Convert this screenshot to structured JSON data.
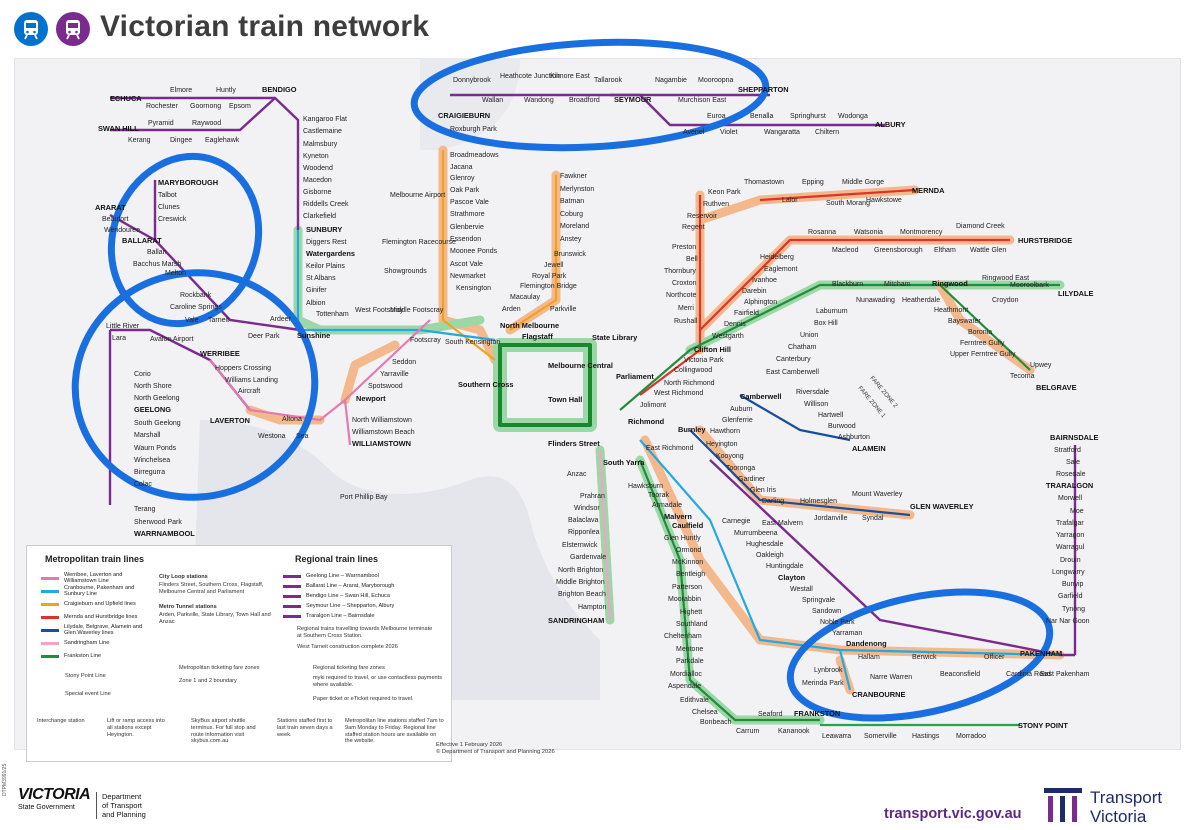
{
  "header": {
    "title": "Victorian train network",
    "icons": [
      "metro-train-icon",
      "regional-train-icon"
    ],
    "colors": {
      "metro": "#0072ce",
      "regional": "#7b2a8e",
      "title": "#3d3d3d"
    }
  },
  "colors": {
    "craigieburn": "#f3a21d",
    "mernda": "#e9672a",
    "lilydale": "#1f8e3c",
    "frankston": "#1f8e3c",
    "glenwaverley": "#2a6ab7",
    "regional": "#7b2a8e",
    "cityloop": "#18882f",
    "highlight_orange": "#f4b07a",
    "highlight_green": "#8fd39a",
    "annotation_circle": "#1a6fe0",
    "stony_point": "#23a54c"
  },
  "labels": {
    "donnybrook": "Donnybrook",
    "heathcote_junction": "Heathcote Junction",
    "kilmore_east": "Kilmore East",
    "tallarook": "Tallarook",
    "nagambie": "Nagambie",
    "mooroopna": "Mooroopna",
    "shepparton": "SHEPPARTON",
    "wallan": "Wallan",
    "wandong": "Wandong",
    "broadford": "Broadford",
    "seymour": "SEYMOUR",
    "murchison_east": "Murchison East",
    "euroa": "Euroa",
    "benalla": "Benalla",
    "springhurst": "Springhurst",
    "wodonga": "Wodonga",
    "albury": "ALBURY",
    "avenel": "Avenel",
    "violet_town": "Violet",
    "wangaratta": "Wangaratta",
    "chiltern": "Chiltern",
    "craigieburn": "CRAIGIEBURN",
    "roxburgh_park": "Roxburgh Park",
    "broadmeadows": "Broadmeadows",
    "jacana": "Jacana",
    "glenroy": "Glenroy",
    "oak_park": "Oak Park",
    "pascoe_vale": "Pascoe Vale",
    "strathmore": "Strathmore",
    "glenbervie": "Glenbervie",
    "essendon": "Essendon",
    "moonee_ponds": "Moonee Ponds",
    "ascot_vale": "Ascot Vale",
    "newmarket": "Newmarket",
    "kensington": "Kensington",
    "fawkner": "Fawkner",
    "merlynston": "Merlynston",
    "batman": "Batman",
    "coburg": "Coburg",
    "moreland": "Moreland",
    "anstey": "Anstey",
    "brunswick": "Brunswick",
    "jewell": "Jewell",
    "royal_park": "Royal Park",
    "flemington_bridge": "Flemington Bridge",
    "macaulay": "Macaulay",
    "echuca": "ECHUCA",
    "elmore": "Elmore",
    "huntly": "Huntly",
    "bendigo": "BENDIGO",
    "rochester": "Rochester",
    "goornong": "Goornong",
    "epsom": "Epsom",
    "swan_hill": "SWAN HILL",
    "pyramid": "Pyramid",
    "raywood": "Raywood",
    "kerang": "Kerang",
    "dingee": "Dingee",
    "eaglehawk": "Eaglehawk",
    "kangaroo_flat": "Kangaroo Flat",
    "castlemaine": "Castlemaine",
    "malmsbury": "Malmsbury",
    "kyneton": "Kyneton",
    "woodend": "Woodend",
    "macedon": "Macedon",
    "gisborne": "Gisborne",
    "riddells_creek": "Riddells Creek",
    "clarkefield": "Clarkefield",
    "sunbury": "SUNBURY",
    "diggers_rest": "Diggers Rest",
    "watergardens": "Watergardens",
    "keilor_plains": "Keilor Plains",
    "st_albans": "St Albans",
    "ginifer": "Ginifer",
    "albion": "Albion",
    "maryborough": "MARYBOROUGH",
    "talbot": "Talbot",
    "clunes": "Clunes",
    "creswick": "Creswick",
    "ararat": "ARARAT",
    "beaufort": "Beaufort",
    "wendouree": "Wendouree",
    "ballarat": "BALLARAT",
    "ballan": "Ballan",
    "bacchus_marsh": "Bacchus Marsh",
    "melton": "Melton",
    "rockbank": "Rockbank",
    "caroline_springs": "Caroline Springs",
    "cobblebank": "Vale",
    "tarneit": "Tarneit",
    "ardeer": "Ardeer",
    "deer_park": "Deer Park",
    "sunshine": "Sunshine",
    "little_river": "Little River",
    "lara": "Lara",
    "avalon_airport": "Avalon Airport",
    "werribee": "WERRIBEE",
    "hoppers_crossing": "Hoppers Crossing",
    "williams_landing": "Williams Landing",
    "aircraft": "Aircraft",
    "laverton": "LAVERTON",
    "altona": "Altona",
    "westona": "Westona",
    "seaholme": "Sea",
    "corio": "Corio",
    "north_shore": "North Shore",
    "north_geelong": "North Geelong",
    "geelong": "GEELONG",
    "south_geelong": "South Geelong",
    "marshall": "Marshall",
    "waurn_ponds": "Waurn Ponds",
    "winchelsea": "Winchelsea",
    "birregurra": "Birregurra",
    "colac": "Colac",
    "terang": "Terang",
    "sherwood_park": "Sherwood Park",
    "warrnambool": "WARRNAMBOOL",
    "melbourne_airport": "Melbourne Airport",
    "flemington_racecourse": "Flemington Racecourse",
    "showgrounds": "Showgrounds",
    "tottenham": "Tottenham",
    "west_footscray": "West Footscray",
    "middle_footscray": "Middle Footscray",
    "footscray": "Footscray",
    "south_kensington": "South Kensington",
    "seddon": "Seddon",
    "yarraville": "Yarraville",
    "spotswood": "Spotswood",
    "newport": "Newport",
    "north_williamstown": "North Williamstown",
    "williamstown_beach": "Williamstown Beach",
    "williamstown": "WILLIAMSTOWN",
    "arden": "Arden",
    "parkville": "Parkville",
    "north_melbourne": "North Melbourne",
    "flagstaff": "Flagstaff",
    "state_library": "State Library",
    "melbourne_central": "Melbourne Central",
    "southern_cross": "Southern Cross",
    "parliament": "Parliament",
    "town_hall": "Town Hall",
    "flinders_street": "Flinders Street",
    "anzac": "Anzac",
    "south_yarra": "South Yarra",
    "richmond": "Richmond",
    "east_richmond": "East Richmond",
    "burnley": "Burnley",
    "jolimont": "Jolimont",
    "west_richmond": "West Richmond",
    "north_richmond": "North Richmond",
    "collingwood": "Collingwood",
    "victoria_park": "Victoria Park",
    "clifton_hill": "Clifton Hill",
    "thomastown": "Thomastown",
    "epping": "Epping",
    "middle_gorge": "Middle Gorge",
    "mernda": "MERNDA",
    "keon_park": "Keon Park",
    "ruthven": "Ruthven",
    "lalor": "Lalor",
    "south_morang": "South Morang",
    "hawkstowe": "Hawkstowe",
    "reservoir": "Reservoir",
    "regent": "Regent",
    "preston": "Preston",
    "bell": "Bell",
    "thornbury": "Thornbury",
    "croxton": "Croxton",
    "northcote": "Northcote",
    "merri": "Merri",
    "rushall": "Rushall",
    "diamond_creek": "Diamond Creek",
    "hurstbridge": "HURSTBRIDGE",
    "rosanna": "Rosanna",
    "watsonia": "Watsonia",
    "montmorency": "Montmorency",
    "macleod": "Macleod",
    "greensborough": "Greensborough",
    "eltham": "Eltham",
    "wattle_glen": "Wattle Glen",
    "heidelberg": "Heidelberg",
    "eaglemont": "Eaglemont",
    "ivanhoe": "Ivanhoe",
    "darebin": "Darebin",
    "alphington": "Alphington",
    "fairfield": "Fairfield",
    "dennis": "Dennis",
    "westgarth": "Westgarth",
    "blackburn": "Blackburn",
    "mitcham": "Mitcham",
    "ringwood": "Ringwood",
    "ringwood_east": "Ringwood East",
    "mooroolbark": "Mooroolbark",
    "lilydale": "LILYDALE",
    "croydon": "Croydon",
    "nunawading": "Nunawading",
    "heatherdale": "Heatherdale",
    "heathmont": "Heathmont",
    "bayswater": "Bayswater",
    "boronia": "Boronia",
    "ferntree_gully": "Ferntree Gully",
    "upper_ferntree_gully": "Upper Ferntree Gully",
    "upwey": "Upwey",
    "tecoma": "Tecoma",
    "belgrave": "BELGRAVE",
    "laburnum": "Laburnum",
    "box_hill": "Box Hill",
    "union": "Union",
    "chatham": "Chatham",
    "canterbury": "Canterbury",
    "east_camberwell": "East Camberwell",
    "camberwell": "Camberwell",
    "auburn": "Auburn",
    "glenferrie": "Glenferrie",
    "hawthorn": "Hawthorn",
    "riversdale": "Riversdale",
    "willison": "Willison",
    "hartwell": "Hartwell",
    "burwood": "Burwood",
    "ashburton": "Ashburton",
    "alamein": "ALAMEIN",
    "fare_zone_2": "FARE ZONE 2",
    "fare_zone_1": "FARE ZONE 1",
    "heyington": "Heyington",
    "kooyong": "Kooyong",
    "tooronga": "Tooronga",
    "gardiner": "Gardiner",
    "glen_iris": "Glen Iris",
    "darling": "Darling",
    "holmesglen": "Holmesglen",
    "mount_waverley": "Mount Waverley",
    "glen_waverley": "GLEN WAVERLEY",
    "east_malvern": "East Malvern",
    "jordanville": "Jordanville",
    "syndal": "Syndal",
    "hawksburn": "Hawksburn",
    "toorak": "Toorak",
    "armadale": "Armadale",
    "malvern": "Malvern",
    "caulfield": "Caulfield",
    "glen_huntly": "Glen Huntly",
    "ormond": "Ormond",
    "mckinnon": "McKinnon",
    "bentleigh": "Bentleigh",
    "patterson": "Patterson",
    "moorabbin": "Moorabbin",
    "highett": "Highett",
    "southland": "Southland",
    "cheltenham": "Cheltenham",
    "mentone": "Mentone",
    "parkdale": "Parkdale",
    "mordialloc": "Mordialloc",
    "aspendale": "Aspendale",
    "edithvale": "Edithvale",
    "chelsea": "Chelsea",
    "bonbeach": "Bonbeach",
    "carrum": "Carrum",
    "seaford": "Seaford",
    "kananook": "Kananook",
    "frankston": "FRANKSTON",
    "carnegie": "Carnegie",
    "murrumbeena": "Murrumbeena",
    "hughesdale": "Hughesdale",
    "oakleigh": "Oakleigh",
    "huntingdale": "Huntingdale",
    "clayton": "Clayton",
    "westall": "Westall",
    "springvale": "Springvale",
    "sandown_park": "Sandown",
    "noble_park": "Noble Park",
    "yarraman": "Yarraman",
    "dandenong": "Dandenong",
    "hallam": "Hallam",
    "narre_warren": "Narre Warren",
    "berwick": "Berwick",
    "beaconsfield": "Beaconsfield",
    "officer": "Officer",
    "cardinia_road": "Cardinia Road",
    "pakenham": "PAKENHAM",
    "east_pakenham": "East Pakenham",
    "lynbrook": "Lynbrook",
    "merinda_park": "Merinda Park",
    "cranbourne": "CRANBOURNE",
    "leawarra": "Leawarra",
    "somerville": "Somerville",
    "hastings": "Hastings",
    "morradoo": "Morradoo",
    "stony_point": "STONY POINT",
    "prahran": "Prahran",
    "windsor": "Windsor",
    "balaclava": "Balaclava",
    "ripponlea": "Ripponlea",
    "elsternwick": "Elsternwick",
    "gardenvale": "Gardenvale",
    "north_brighton": "North Brighton",
    "middle_brighton": "Middle Brighton",
    "brighton_beach": "Brighton Beach",
    "hampton": "Hampton",
    "sandringham": "SANDRINGHAM",
    "port_phillip_bay": "Port Phillip Bay",
    "bairnsdale": "BAIRNSDALE",
    "stratford": "Stratford",
    "sale": "Sale",
    "rosedale": "Rosedale",
    "traralgon": "TRARALGON",
    "morwell": "Morwell",
    "moe": "Moe",
    "trafalgar": "Trafalgar",
    "yarragon": "Yarragon",
    "warragul": "Warragul",
    "drouin": "Drouin",
    "longwarry": "Longwarry",
    "bunyip": "Bunyip",
    "garfield": "Garfield",
    "tynong": "Tynong",
    "nar_nar_goon": "Nar Nar Goon"
  },
  "legend": {
    "metro_title": "Metropolitan train lines",
    "regional_title": "Regional train lines",
    "metro_lines": [
      {
        "label": "Werribee, Laverton and Williamstown Line",
        "color": "#e27bb0"
      },
      {
        "label": "Cranbourne, Pakenham and Sunbury Line",
        "color": "#23a9e1"
      },
      {
        "label": "Craigieburn and Upfield lines",
        "color": "#f3a21d"
      },
      {
        "label": "Mernda and Hurstbridge lines",
        "color": "#e0322a"
      },
      {
        "label": "Lilydale, Belgrave, Alamein and Glen Waverley lines",
        "color": "#1a4f9c"
      },
      {
        "label": "Sandringham Line",
        "color": "#f2a3c8"
      },
      {
        "label": "Frankston Line",
        "color": "#1f8e3c"
      }
    ],
    "stony_point_line": "Stony Point Line",
    "special_event_line": "Special event Line",
    "city_loop_title": "City Loop stations",
    "city_loop_text": "Flinders Street, Southern Cross, Flagstaff, Melbourne Central and Parliament",
    "metro_tunnel_title": "Metro Tunnel stations",
    "metro_tunnel_text": "Arden, Parkville, State Library, Town Hall and Anzac",
    "regional_lines": [
      {
        "label": "Geelong Line – Warrnambool"
      },
      {
        "label": "Ballarat Line – Ararat, Maryborough"
      },
      {
        "label": "Bendigo Line – Swan Hill, Echuca"
      },
      {
        "label": "Seymour Line – Shepparton, Albury"
      },
      {
        "label": "Traralgon Line – Bairnsdale"
      }
    ],
    "regional_note": "Regional trains travelling towards Melbourne terminate at Southern Cross Station.",
    "west_tarneit_note": "West Tarneit construction complete 2026",
    "metro_fare_zones": "Metropolitan ticketing fare zones",
    "zone_boundary": "Zone 1 and 2 boundary",
    "regional_fare_zones": "Regional ticketing fare zones",
    "myki_note": "myki required to travel, or use contactless payments where available.",
    "paper_ticket_note": "Paper ticket or eTicket required to travel.",
    "interchange_station": "Interchange station",
    "lift_note": "Lift or ramp access into all stations except Heyington.",
    "skybus_note": "SkyBus airport shuttle terminus. For full stop and route information visit skybus.com.au",
    "staffed_note": "Stations staffed first to last train seven days a week.",
    "staffed_partial_note": "Metropolitan line stations staffed 7am to 9am Monday to Friday. Regional line staffed station hours are available on the website."
  },
  "effective": {
    "line1": "Effective 1 February 2026",
    "line2": "© Department of Transport and Planning 2026"
  },
  "footer": {
    "vic_logo": "VICTORIA",
    "vic_sub": "State Government",
    "dept_line1": "Department",
    "dept_line2": "of Transport",
    "dept_line3": "and Planning",
    "url": "transport.vic.gov.au",
    "tv_line1": "Transport",
    "tv_line2": "Victoria",
    "side_code": "DTPM3991/25"
  }
}
